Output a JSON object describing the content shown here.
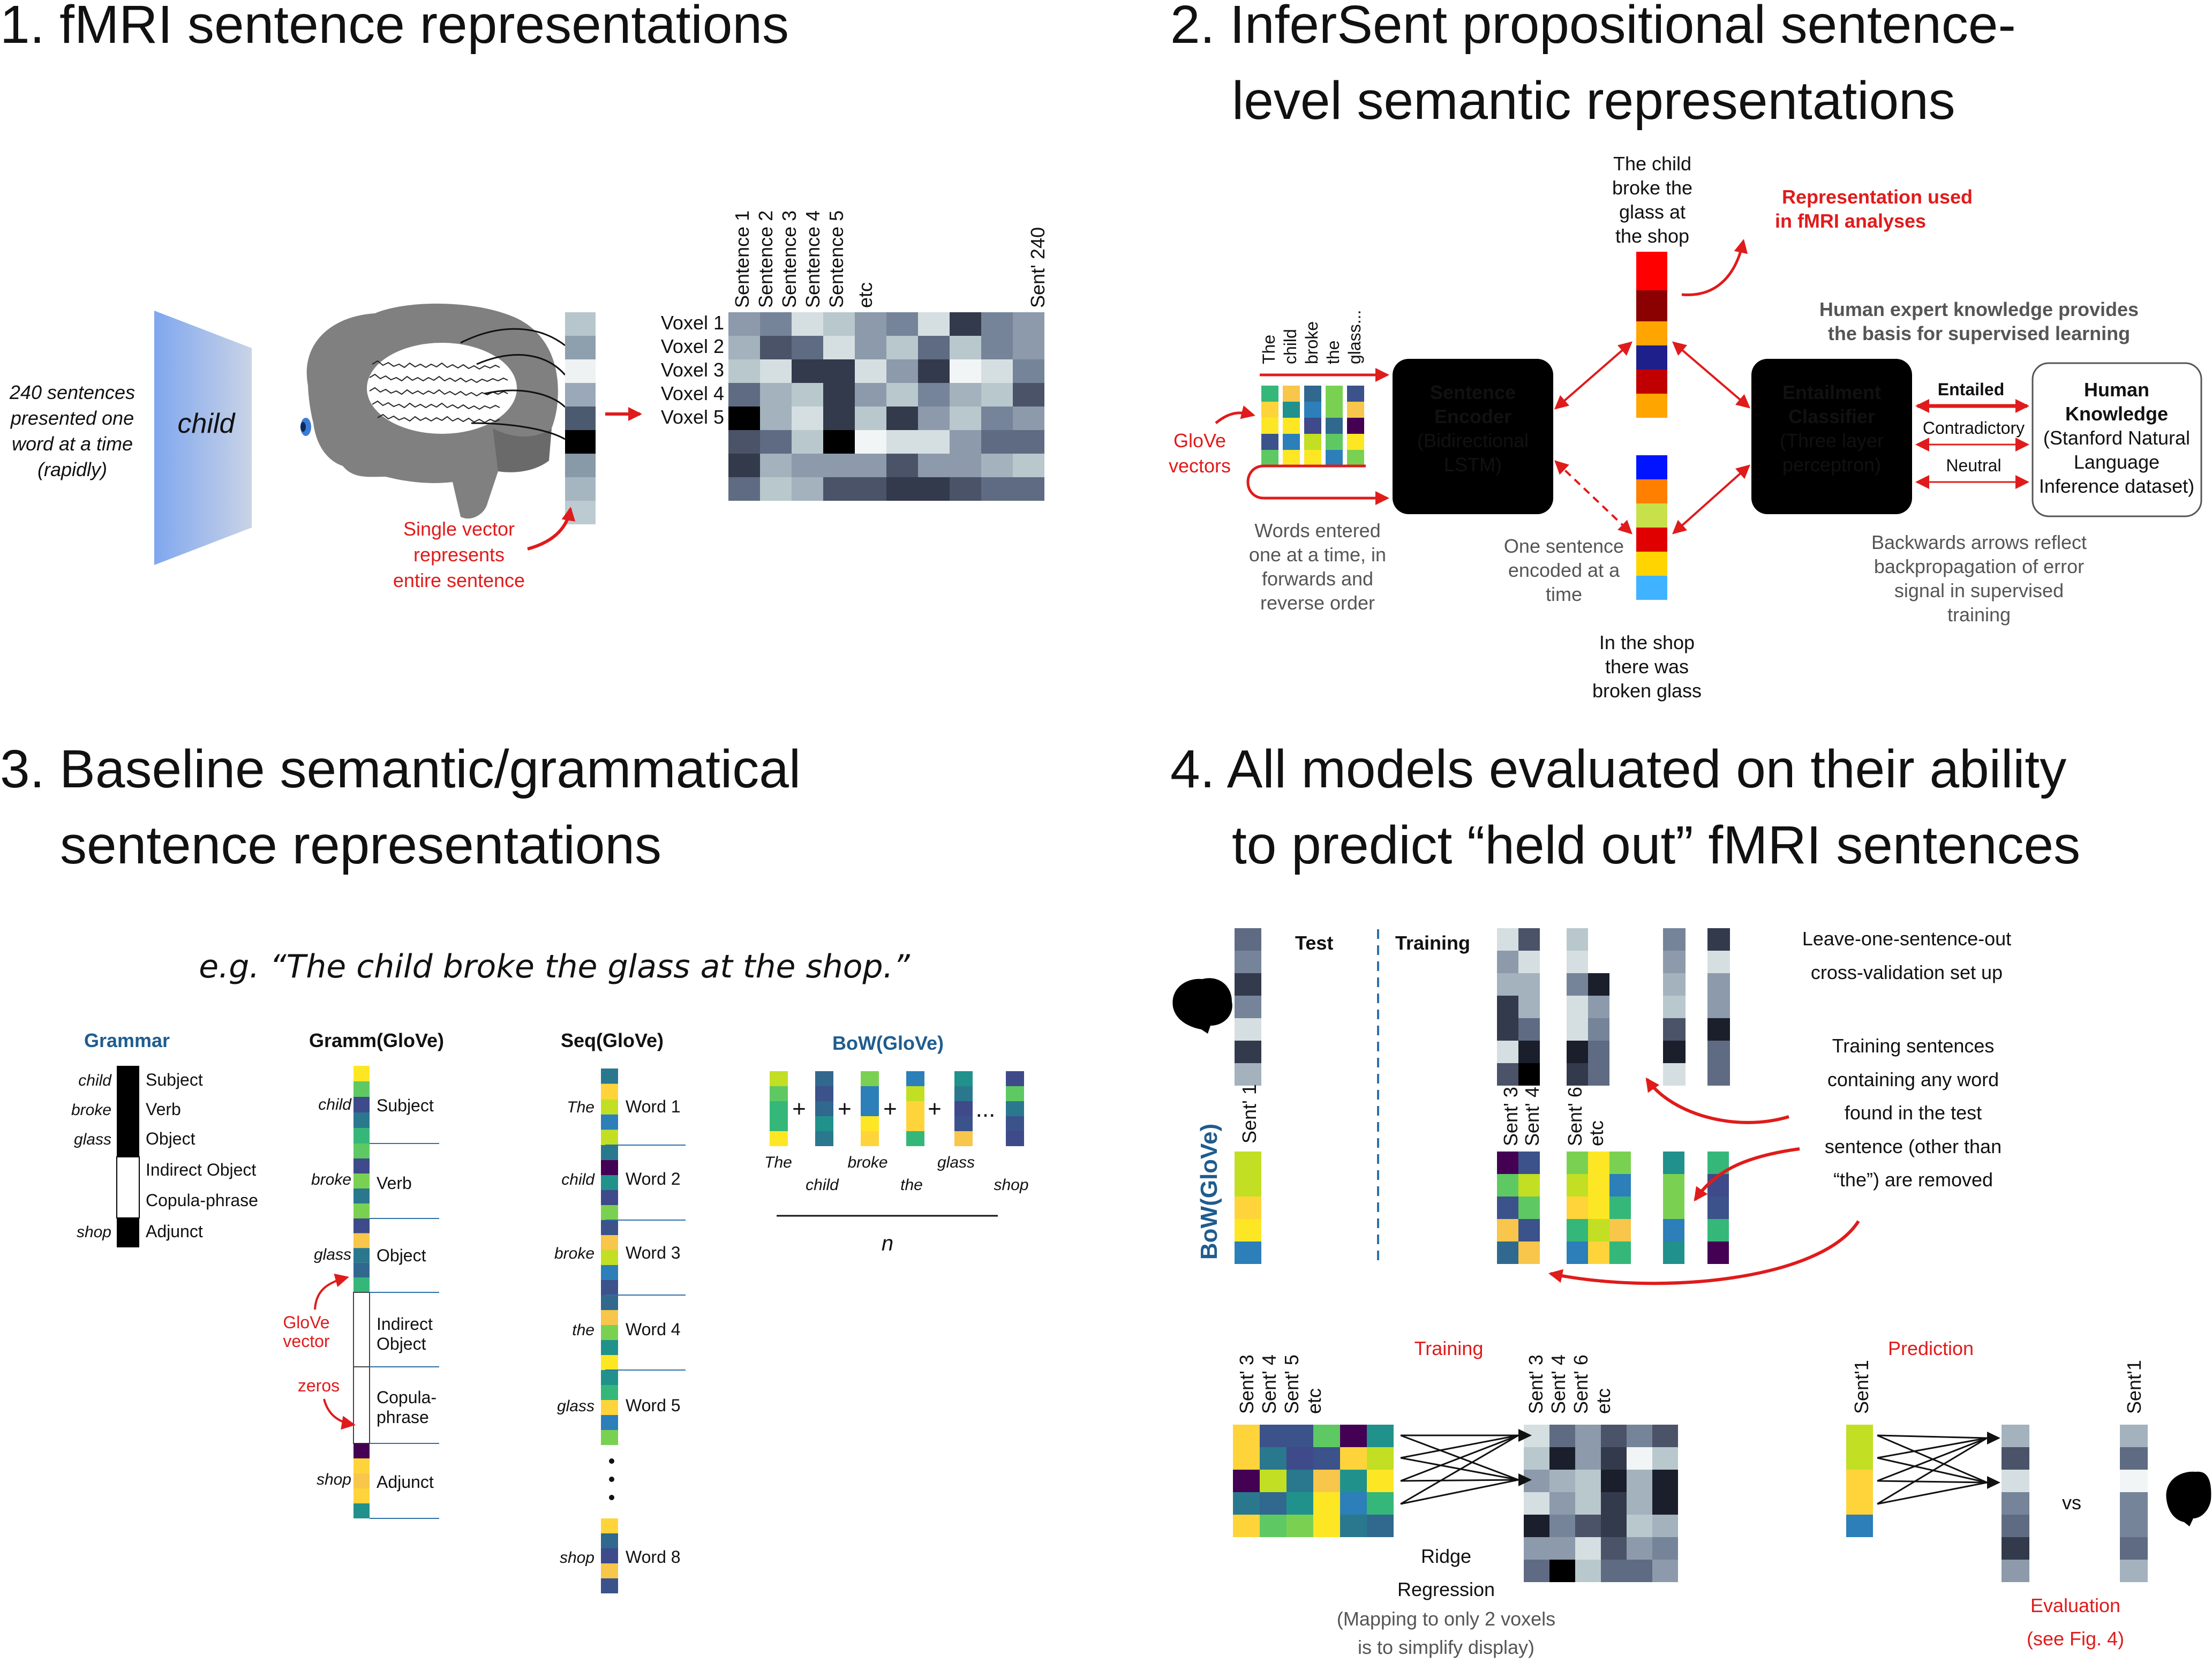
{
  "panels": {
    "p1": {
      "title": "1. fMRI sentence representations",
      "left_caption": [
        "240 sentences",
        "presented one",
        "word at a time",
        "(rapidly)"
      ],
      "screen_word": "child",
      "single_vector_caption": [
        "Single vector",
        "represents",
        "entire sentence"
      ],
      "col_headers": [
        "Sentence 1",
        "Sentence 2",
        "Sentence 3",
        "Sentence 4",
        "Sentence 5",
        "etc",
        "Sent' 240"
      ],
      "row_labels": [
        "Voxel 1",
        "Voxel 2",
        "Voxel 3",
        "Voxel 4",
        "Voxel 5"
      ]
    },
    "p2": {
      "title_line1": "2. InferSent propositional sentence-",
      "title_line2": "level semantic representations",
      "words": [
        "The",
        "child",
        "broke",
        "the",
        "glass..."
      ],
      "glove_label": [
        "GloVe",
        "vectors"
      ],
      "words_entered": [
        "Words entered",
        "one at a time, in",
        "forwards and",
        "reverse order"
      ],
      "encoder": [
        "Sentence",
        "Encoder",
        "(Bidirectional",
        "LSTM)"
      ],
      "top_sentence": [
        "The child",
        "broke the",
        "glass at",
        "the shop"
      ],
      "bottom_sentence": [
        "In the shop",
        "there was",
        "broken glass"
      ],
      "one_sentence": [
        "One sentence",
        "encoded at a",
        "time"
      ],
      "representation_used": [
        "Representation used",
        "in fMRI analyses"
      ],
      "expert_knowledge": [
        "Human expert knowledge provides",
        "the basis for supervised learning"
      ],
      "classifier": [
        "Entailment",
        "Classifier",
        "(Three layer",
        "perceptron)"
      ],
      "relations": [
        "Entailed",
        "Contradictory",
        "Neutral"
      ],
      "human_knowledge": [
        "Human",
        "Knowledge",
        "(Stanford Natural",
        "Language",
        "Inference dataset)"
      ],
      "backwards": [
        "Backwards arrows reflect",
        "backpropagation of error",
        "signal in supervised",
        "training"
      ]
    },
    "p3": {
      "title_line1": "3. Baseline semantic/grammatical",
      "title_line2": "sentence representations",
      "example": "e.g. “The child broke the glass at the shop.”",
      "grammar": {
        "title": "Grammar",
        "words": [
          "child",
          "broke",
          "glass",
          "shop"
        ],
        "roles": [
          "Subject",
          "Verb",
          "Object",
          "Indirect Object",
          "Copula-phrase",
          "Adjunct"
        ]
      },
      "gramm_glove": {
        "title": "Gramm(GloVe)",
        "words": [
          "child",
          "broke",
          "glass",
          "shop"
        ],
        "roles": [
          "Subject",
          "Verb",
          "Object",
          "Indirect",
          "Object",
          "Copula-",
          "phrase",
          "Adjunct"
        ],
        "glove_vector": [
          "GloVe",
          "vector"
        ],
        "zeros": "zeros"
      },
      "seq_glove": {
        "title": "Seq(GloVe)",
        "words": [
          "The",
          "child",
          "broke",
          "the",
          "glass",
          "shop"
        ],
        "slots": [
          "Word 1",
          "Word 2",
          "Word 3",
          "Word 4",
          "Word 5",
          "Word 8"
        ]
      },
      "bow_glove": {
        "title": "BoW(GloVe)",
        "words_top": [
          "The",
          "broke",
          "glass"
        ],
        "words_bottom": [
          "child",
          "the",
          "shop"
        ],
        "plus": "+",
        "dots": "...",
        "denominator": "n"
      }
    },
    "p4": {
      "title_line1": "4. All models evaluated on their ability",
      "title_line2": "to predict “held out” fMRI sentences",
      "test": "Test",
      "training": "Training",
      "cv": [
        "Leave-one-sentence-out",
        "cross-validation set up"
      ],
      "removed": [
        "Training sentences",
        "containing any word",
        "found in the test",
        "sentence (other than",
        "“the”) are removed"
      ],
      "side_label": "BoW(GloVe)",
      "sent1": "Sent' 1",
      "train_cols": [
        "Sent' 3",
        "Sent' 4",
        "Sent' 6",
        "etc"
      ],
      "training_heading": "Training",
      "reg_cols_left": [
        "Sent' 3",
        "Sent' 4",
        "Sent' 5",
        "etc"
      ],
      "reg_cols_right": [
        "Sent' 3",
        "Sent' 4",
        "Sent' 6",
        "etc"
      ],
      "ridge": [
        "Ridge",
        "Regression"
      ],
      "mapping": [
        "(Mapping to only 2 voxels",
        "is to simplify display)"
      ],
      "prediction_heading": "Prediction",
      "pred_col": "Sent'1",
      "vs": "vs",
      "evaluation": [
        "Evaluation",
        "(see Fig. 4)"
      ]
    }
  },
  "colors": {
    "red": "#e01b1b",
    "blue_title": "#1f5c8f",
    "lblue_title": "#2f9bd6",
    "grey_text": "#555555"
  }
}
